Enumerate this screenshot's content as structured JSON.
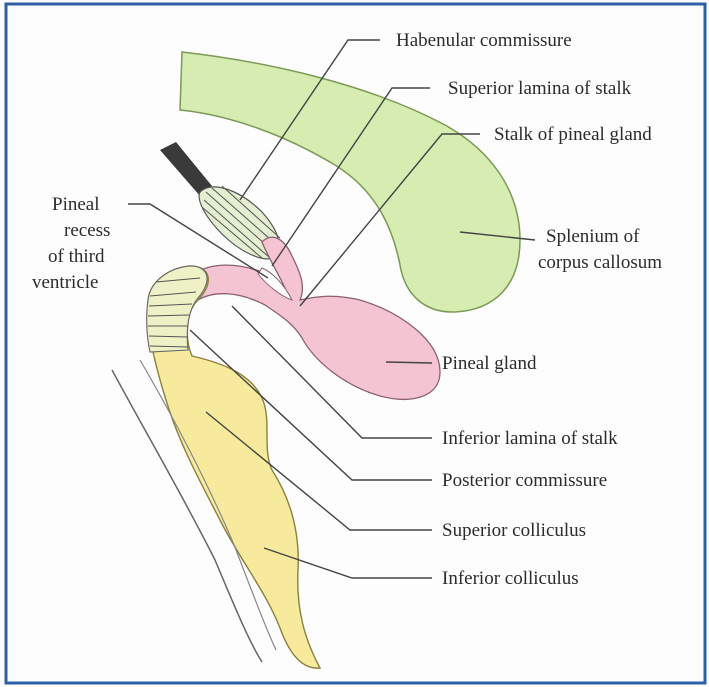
{
  "colors": {
    "border": "#2f5fa8",
    "background": "#fdfdfd",
    "corpus_callosum": "#d6ecb0",
    "pineal": "#f4c4d2",
    "colliculi": "#f7ea9c",
    "stalk_line": "#5a5a5a",
    "leader": "#444444"
  },
  "labels": {
    "habenular_commissure": "Habenular commissure",
    "superior_lamina": "Superior lamina of stalk",
    "stalk_of_pineal": "Stalk of pineal gland",
    "splenium_line1": "Splenium of",
    "splenium_line2": "corpus callosum",
    "pineal_recess_line1": "Pineal",
    "pineal_recess_line2": "recess",
    "pineal_recess_line3": "of third",
    "pineal_recess_line4": "ventricle",
    "pineal_gland": "Pineal gland",
    "inferior_lamina": "Inferior lamina of stalk",
    "posterior_commissure": "Posterior commissure",
    "superior_colliculus": "Superior colliculus",
    "inferior_colliculus": "Inferior colliculus"
  }
}
